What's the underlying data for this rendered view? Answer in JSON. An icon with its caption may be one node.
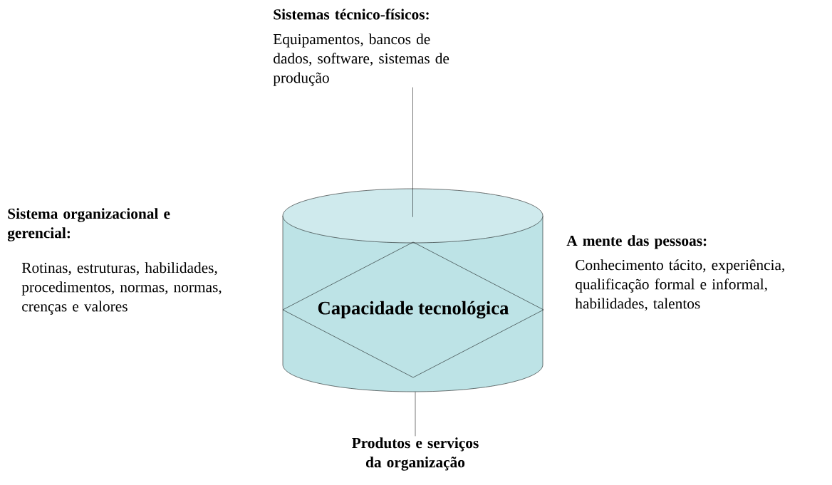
{
  "diagram": {
    "nodes": [
      {
        "text": [
          "Sistemas técnico-físicos:",
          "Equipamentos, bancos de dados, software, sistemas de produção"
        ]
      },
      {
        "text": [
          "Sistema organizacional e gerencial:",
          "Rotinas, estruturas, habilidades, procedimentos, normas, normas, crenças e valores"
        ]
      },
      {
        "text": [],
        "shape": "cylinder"
      },
      {
        "text": [
          "Capacidade tecnológica"
        ],
        "in": 2
      },
      {
        "text": [
          "A mente das pessoas:",
          "Conhecimento tácito, experiência, qualificação formal e informal, habilidades, talentos"
        ]
      },
      {
        "text": [
          "Produtos e serviços da organização"
        ]
      }
    ],
    "edges": [
      {
        "from": 0,
        "to": 2,
        "arrow": "none"
      },
      {
        "from": 2,
        "to": 5,
        "arrow": "none"
      }
    ]
  }
}
